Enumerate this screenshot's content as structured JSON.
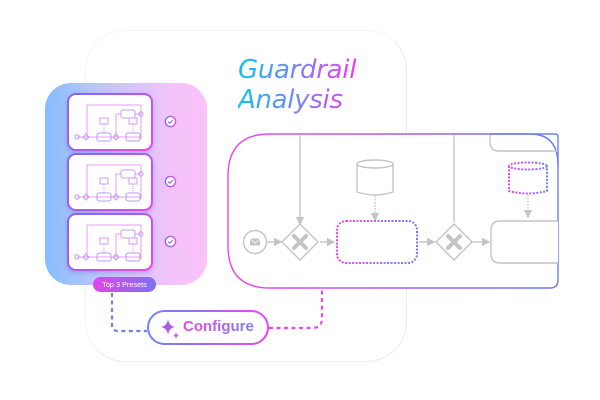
{
  "title": {
    "line1": "Guardrail",
    "line2": "Analysis"
  },
  "presets": {
    "badge_label": "Top 3 Presets",
    "items": [
      {
        "name": "preset-1",
        "selected": true
      },
      {
        "name": "preset-2",
        "selected": true
      },
      {
        "name": "preset-3",
        "selected": true
      }
    ]
  },
  "configure_button": {
    "label": "Configure",
    "icon": "sparkle-icon"
  },
  "diagram": {
    "elements": [
      "message-start-event",
      "exclusive-gateway",
      "highlighted-task",
      "data-store",
      "exclusive-gateway",
      "task",
      "highlighted-data-store"
    ]
  },
  "colors": {
    "accent_blue": "#12c2f5",
    "accent_violet": "#7b6af3",
    "accent_pink": "#ec47ef",
    "diagram_gray": "#c4c4c4"
  }
}
